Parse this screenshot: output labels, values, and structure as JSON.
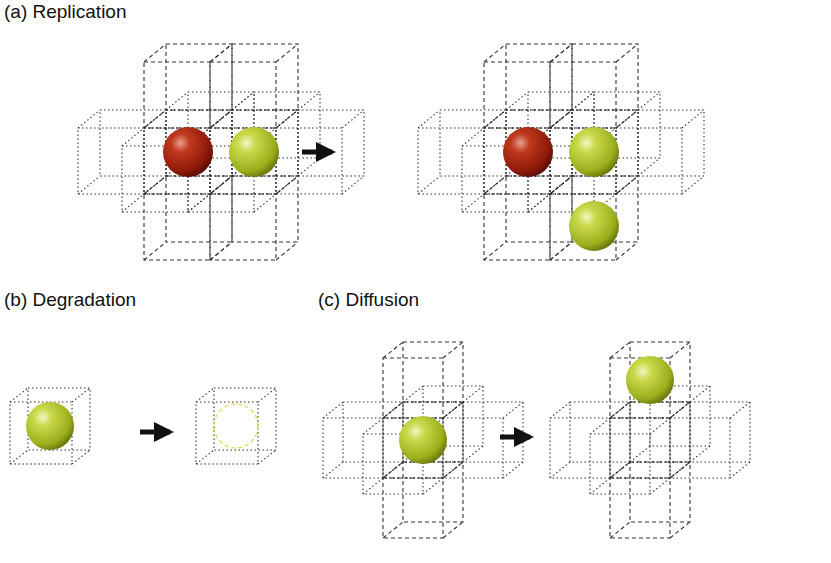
{
  "diagram": {
    "labels": [
      "(a) Replication",
      "(b) Degradation",
      "(c) Diffusion"
    ]
  }
}
